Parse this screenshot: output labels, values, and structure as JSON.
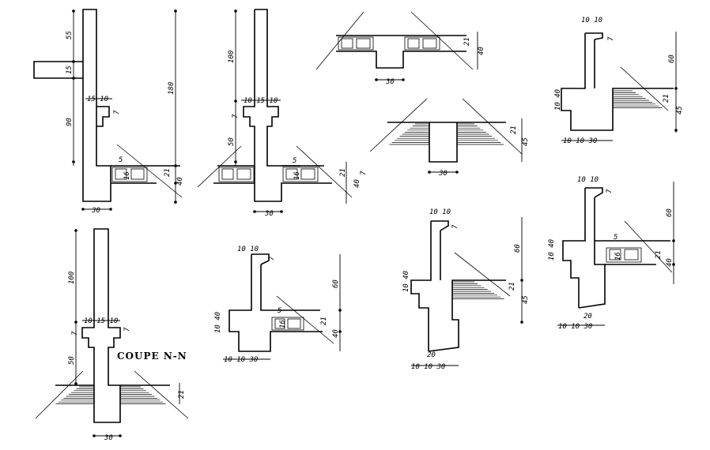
{
  "section_title": "COUPE N-N",
  "dims": {
    "d5": "5",
    "d10": "10",
    "d15": "15",
    "d16": "16",
    "d20": "20",
    "d21": "21",
    "d30": "30",
    "d40": "40",
    "d45": "45",
    "d50": "50",
    "d55": "55",
    "d60": "60",
    "d90": "90",
    "d100": "100",
    "d180": "180",
    "d7": "7",
    "d10x10": "10+10"
  }
}
